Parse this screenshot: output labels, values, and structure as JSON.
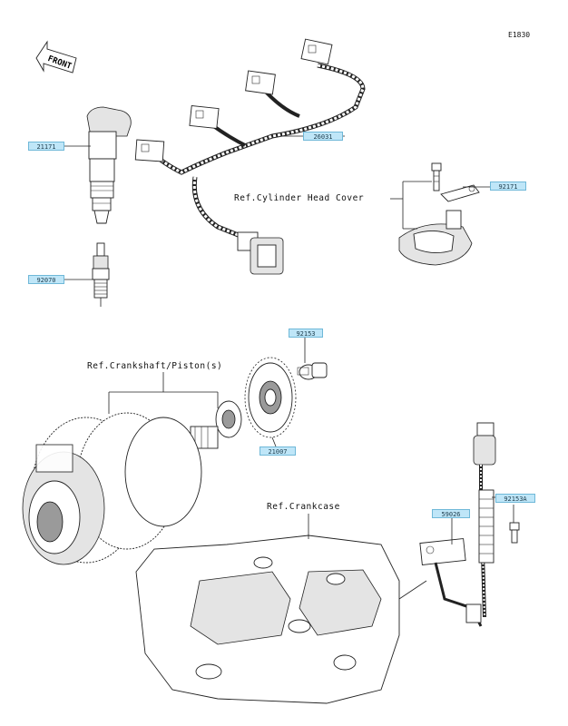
{
  "diagram": {
    "code": "E1830",
    "front": "FRONT",
    "references": {
      "cylinder_head_cover": "Ref.Cylinder Head Cover",
      "crankshaft_piston": "Ref.Crankshaft/Piston(s)",
      "crankcase": "Ref.Crankcase"
    },
    "parts": {
      "ignition_coil": "21171",
      "spark_plug": "92070",
      "wire_harness": "26031",
      "bolt_head_cover": "92171",
      "bolt_rotor": "92153",
      "timing_rotor": "21007",
      "bolt_sensor": "92153A",
      "bracket": "59026"
    }
  }
}
